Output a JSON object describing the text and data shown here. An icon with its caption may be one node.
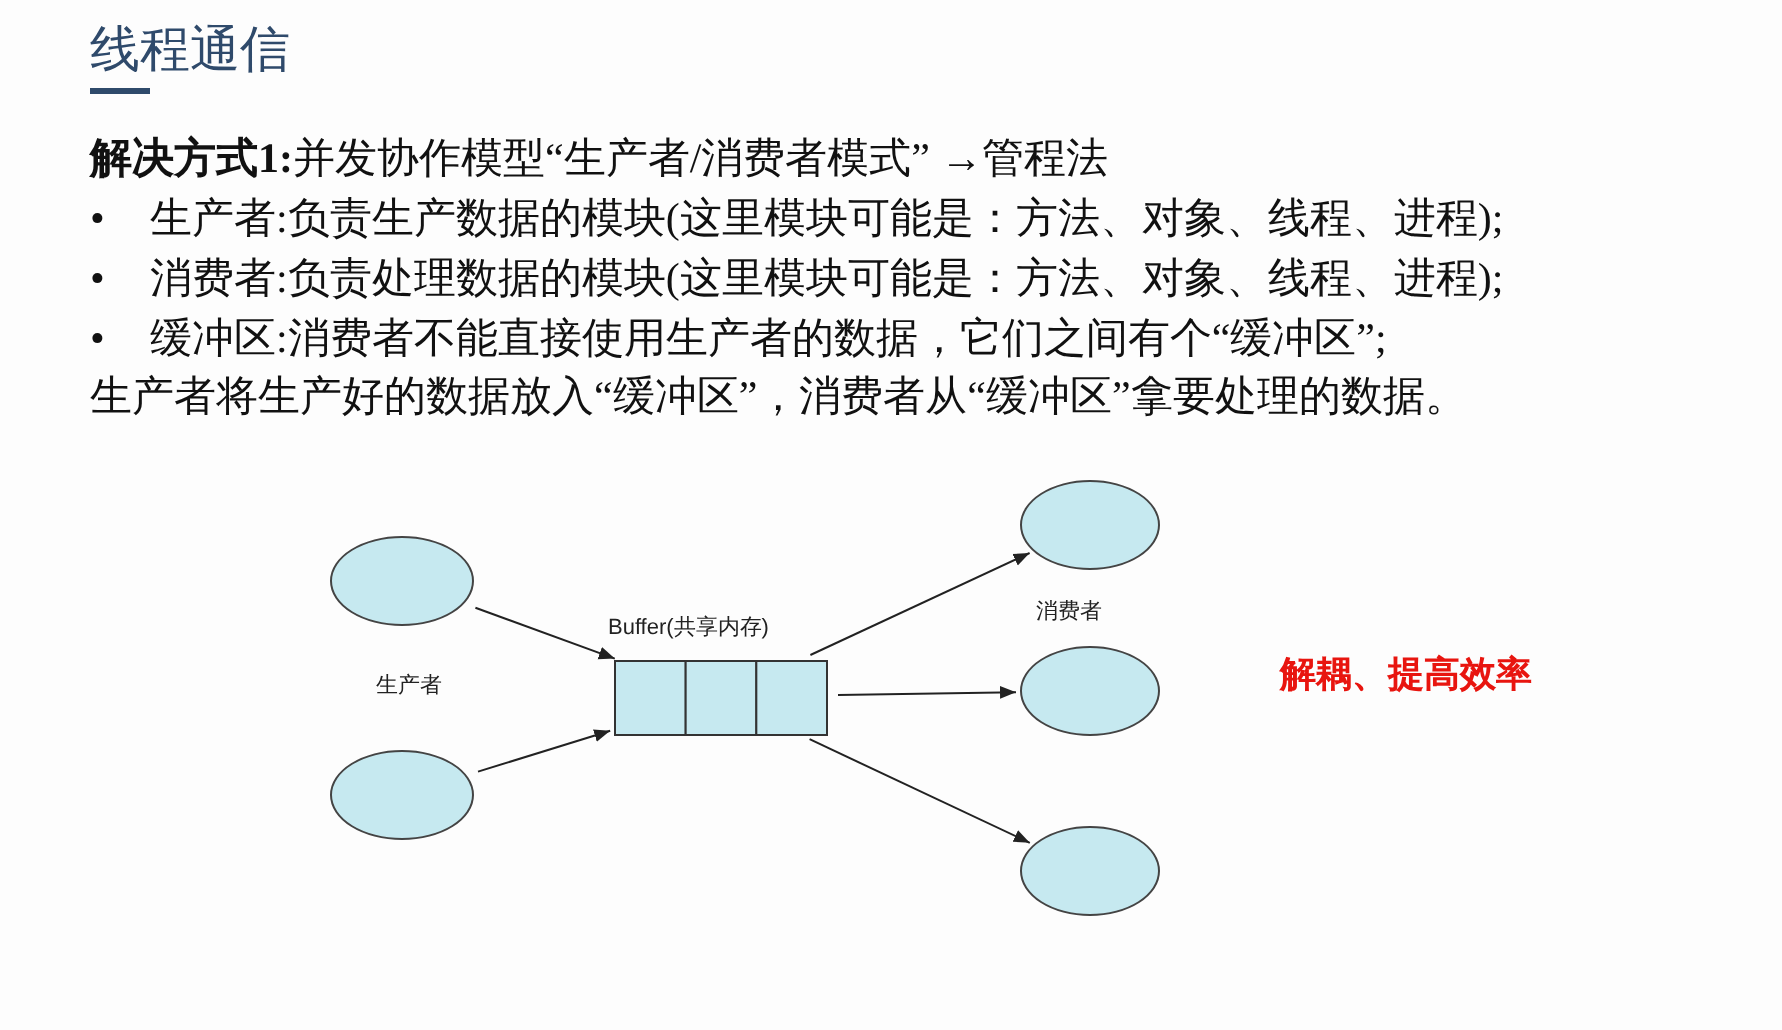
{
  "diagram": {
    "title": "线程通信",
    "nodes": [
      {
        "text": [],
        "shape": "ellipse"
      },
      {
        "text": [],
        "shape": "ellipse"
      },
      {
        "text": [
          "Buffer(共享内存)"
        ]
      },
      {
        "text": [],
        "shape": "ellipse"
      },
      {
        "text": [],
        "shape": "ellipse"
      },
      {
        "text": [],
        "shape": "ellipse"
      }
    ],
    "edges": [
      {
        "from": 0,
        "to": 2,
        "arrow": "to"
      },
      {
        "from": 1,
        "to": 2,
        "arrow": "to"
      },
      {
        "from": 2,
        "to": 3,
        "arrow": "to"
      },
      {
        "from": 2,
        "to": 4,
        "arrow": "to"
      },
      {
        "from": 2,
        "to": 5,
        "arrow": "to"
      }
    ],
    "labels": [
      "**解决方式1:**并发协作模型“生产者/消费者模式” →管程法",
      "•",
      "生产者:负责生产数据的模块(这里模块可能是：方法、对象、线程、进程);",
      "•",
      "消费者:负责处理数据的模块(这里模块可能是：方法、对象、线程、进程);",
      "•",
      "缓冲区:消费者不能直接使用生产者的数据，它们之间有个“缓冲区”;",
      "生产者将生产好的数据放入“缓冲区”，消费者从“缓冲区”拿要处理的数据。",
      "生产者",
      "消费者",
      "解耦、提高效率"
    ]
  }
}
